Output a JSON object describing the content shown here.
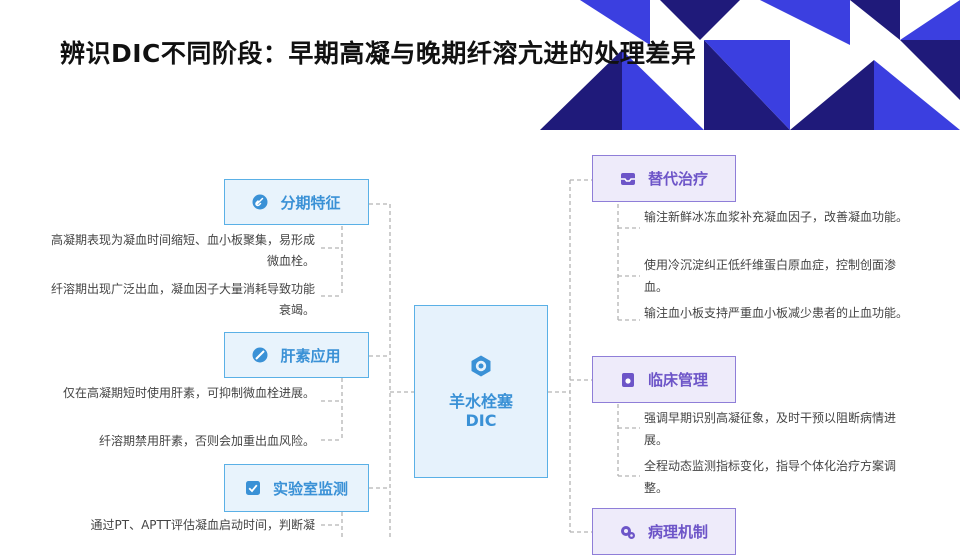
{
  "title": "辨识DIC不同阶段：早期高凝与晚期纤溶亢进的处理差异",
  "colors": {
    "deco_dark": "#1f1a7a",
    "deco_blue": "#3b3fe0",
    "left_accent": "#3a91d6",
    "right_accent": "#6d55c8"
  },
  "center": {
    "line1": "羊水栓塞",
    "line2": "DIC",
    "icon": "hexagon-gear-icon"
  },
  "left": [
    {
      "label": "分期特征",
      "icon": "link-icon",
      "items": [
        "高凝期表现为凝血时间缩短、血小板聚集，易形成微血栓。",
        "纤溶期出现广泛出血，凝血因子大量消耗导致功能衰竭。"
      ]
    },
    {
      "label": "肝素应用",
      "icon": "tablet-icon",
      "items": [
        "仅在高凝期短时使用肝素，可抑制微血栓进展。",
        "纤溶期禁用肝素，否则会加重出血风险。"
      ]
    },
    {
      "label": "实验室监测",
      "icon": "checkbox-icon",
      "items": [
        "通过PT、APTT评估凝血启动时间，判断凝"
      ]
    }
  ],
  "right": [
    {
      "label": "替代治疗",
      "icon": "inbox-icon",
      "items": [
        "输注新鲜冰冻血浆补充凝血因子，改善凝血功能。",
        "使用冷沉淀纠正低纤维蛋白原血症，控制创面渗血。",
        "输注血小板支持严重血小板减少患者的止血功能。"
      ]
    },
    {
      "label": "临床管理",
      "icon": "card-icon",
      "items": [
        "强调早期识别高凝征象，及时干预以阻断病情进展。",
        "全程动态监测指标变化，指导个体化治疗方案调整。"
      ]
    },
    {
      "label": "病理机制",
      "icon": "gears-icon",
      "items": []
    }
  ]
}
